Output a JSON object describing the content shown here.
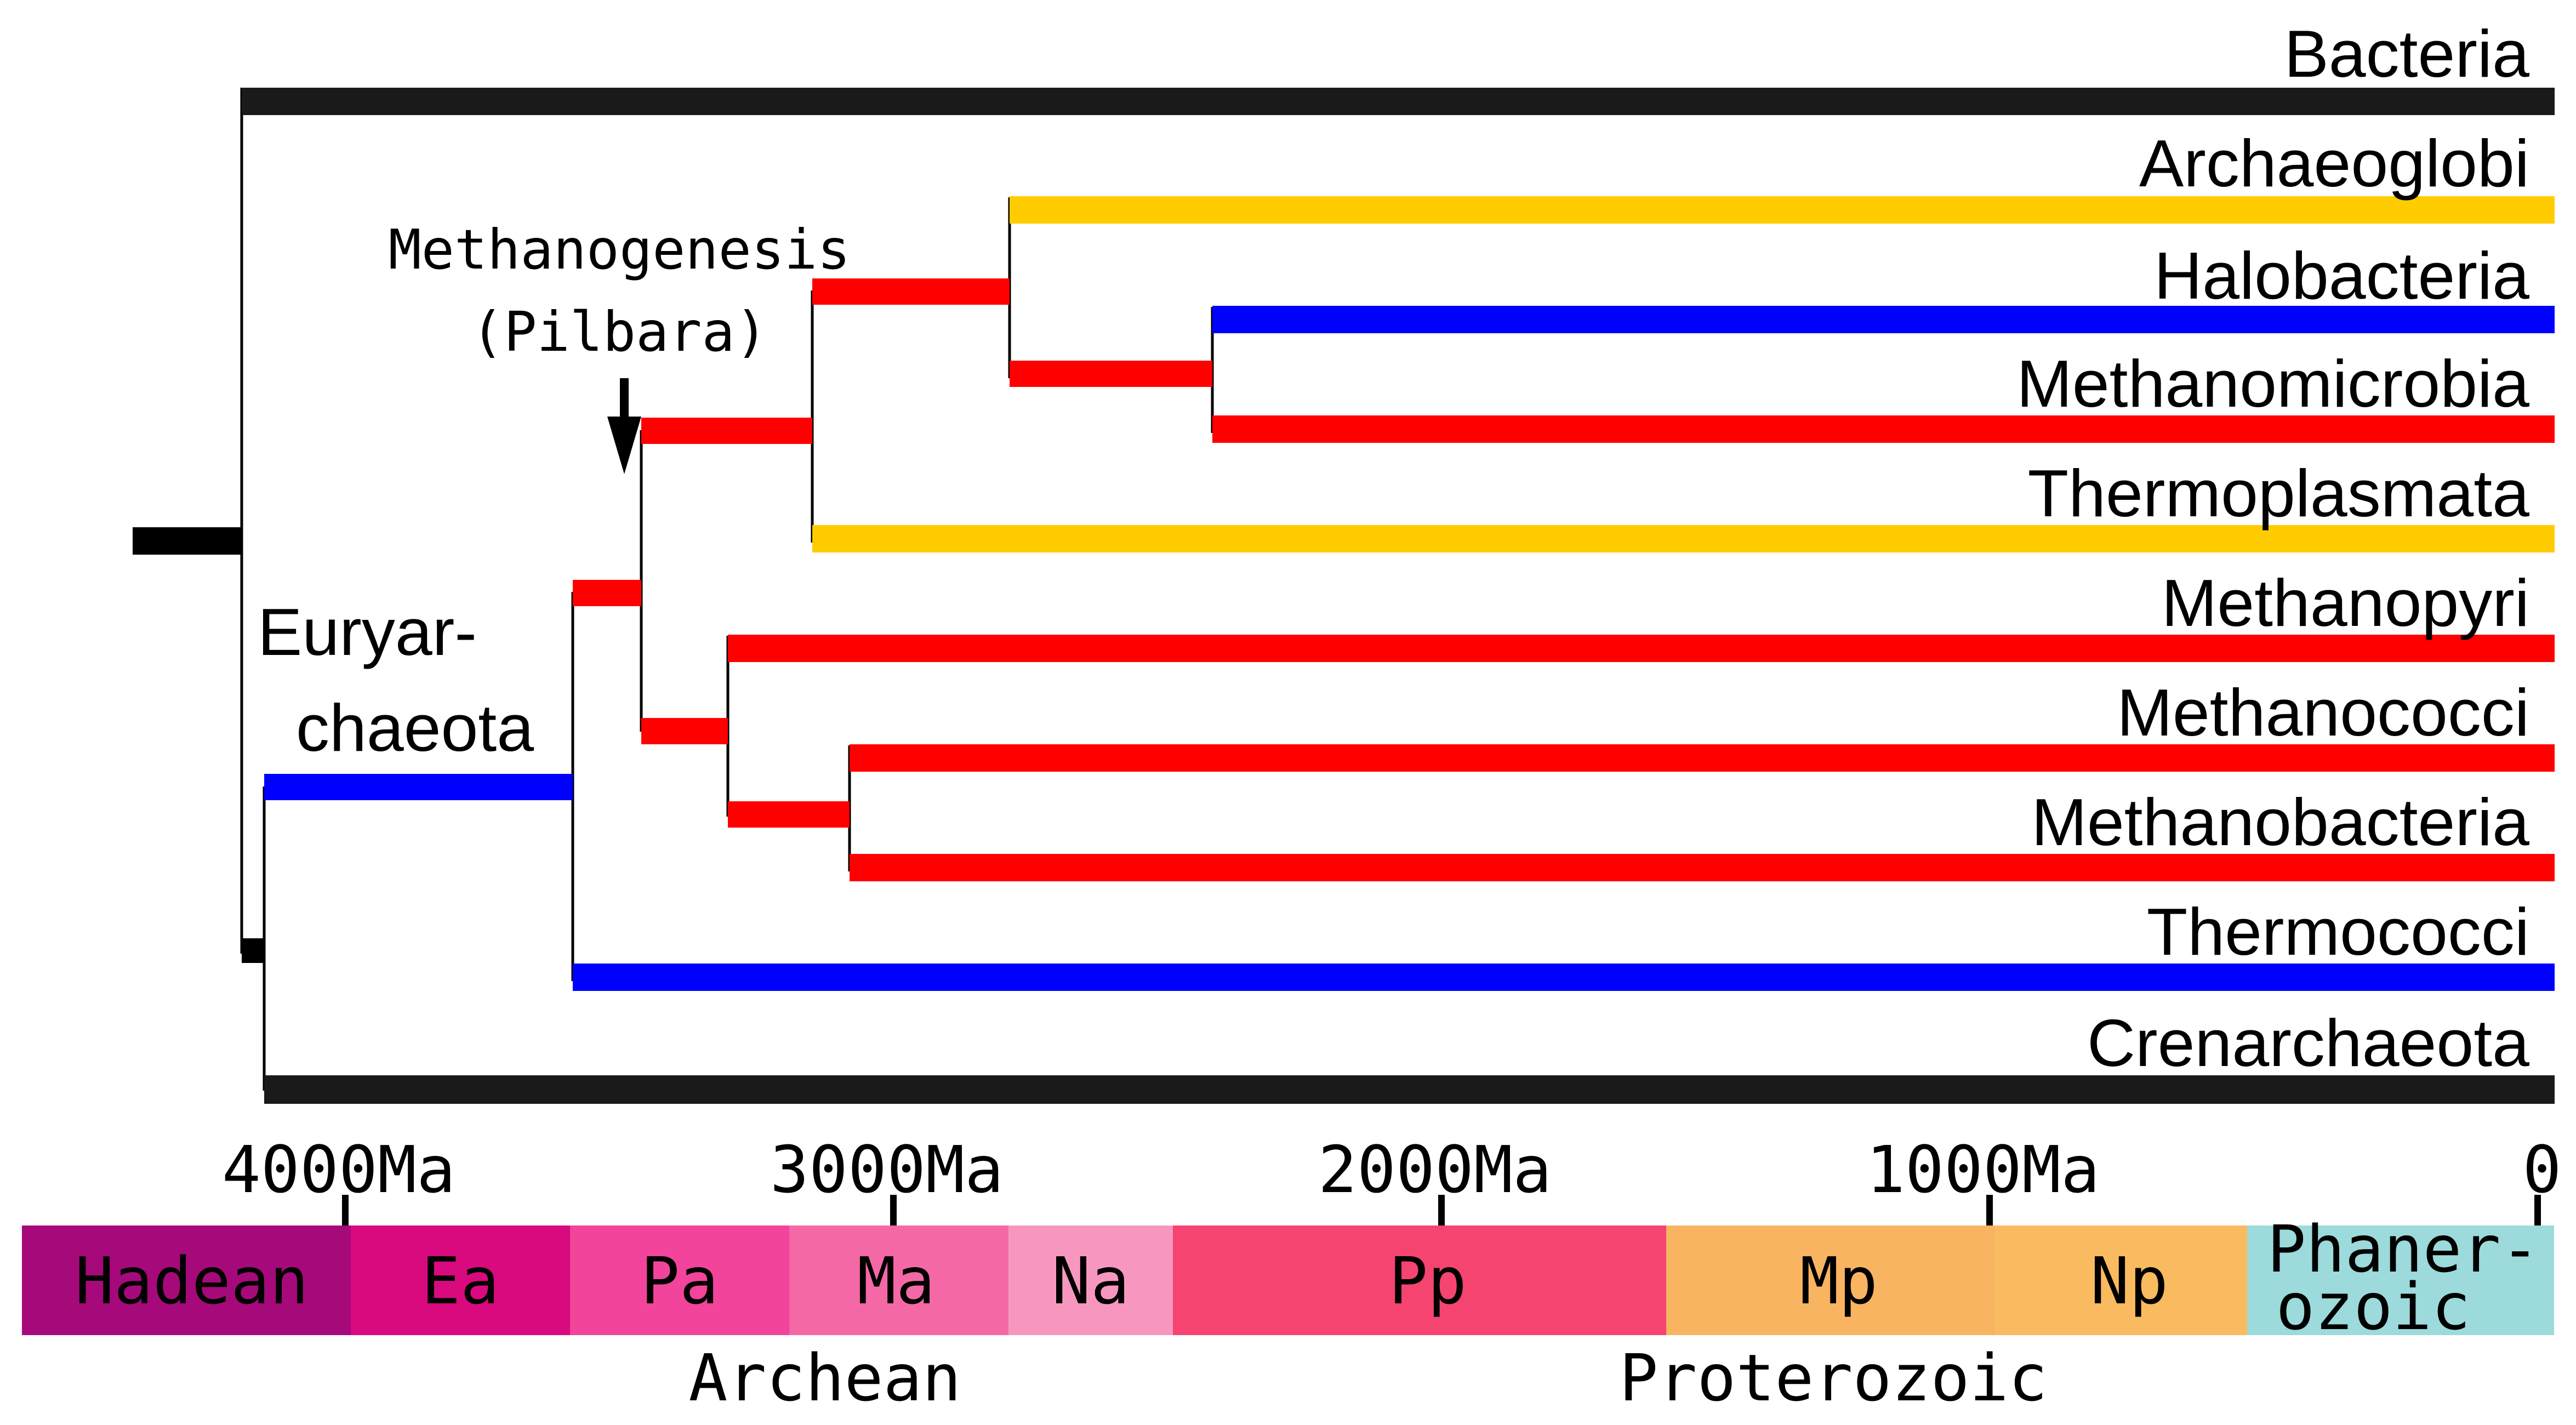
{
  "taxa": {
    "bacteria": "Bacteria",
    "archaeoglobi": "Archaeoglobi",
    "halobacteria": "Halobacteria",
    "methanomicrobia": "Methanomicrobia",
    "thermoplasmata": "Thermoplasmata",
    "methanopyri": "Methanopyri",
    "methanococci": "Methanococci",
    "methanobacteria": "Methanobacteria",
    "thermococci": "Thermococci",
    "crenarchaeota": "Crenarchaeota"
  },
  "clade_label": {
    "line1": "Euryar-",
    "line2": "chaeota"
  },
  "annotation": {
    "line1": "Methanogenesis",
    "line2": "(Pilbara)"
  },
  "axis_ticks": [
    "4000Ma",
    "3000Ma",
    "2000Ma",
    "1000Ma",
    "0"
  ],
  "eras": [
    {
      "label": "Hadean",
      "color": "#A6097A"
    },
    {
      "label": "Ea",
      "color": "#D9097E"
    },
    {
      "label": "Pa",
      "color": "#F1449A"
    },
    {
      "label": "Ma",
      "color": "#F568A6"
    },
    {
      "label": "Na",
      "color": "#F797C0"
    },
    {
      "label": "Pp",
      "color": "#F4446F"
    },
    {
      "label": "Mp",
      "color": "#F9B462"
    },
    {
      "label": "Np",
      "color": "#F9BA60"
    },
    {
      "label": "Phaner-",
      "label2": "ozoic",
      "color": "#9CDADB"
    }
  ],
  "eons": {
    "archean": "Archean",
    "proterozoic": "Proterozoic"
  },
  "colors": {
    "methanogen": "#FF0000",
    "non_methanogen_aerobic": "#FFCC00",
    "non_methanogen": "#0000FF",
    "outgroup": "#1A1A1A"
  }
}
